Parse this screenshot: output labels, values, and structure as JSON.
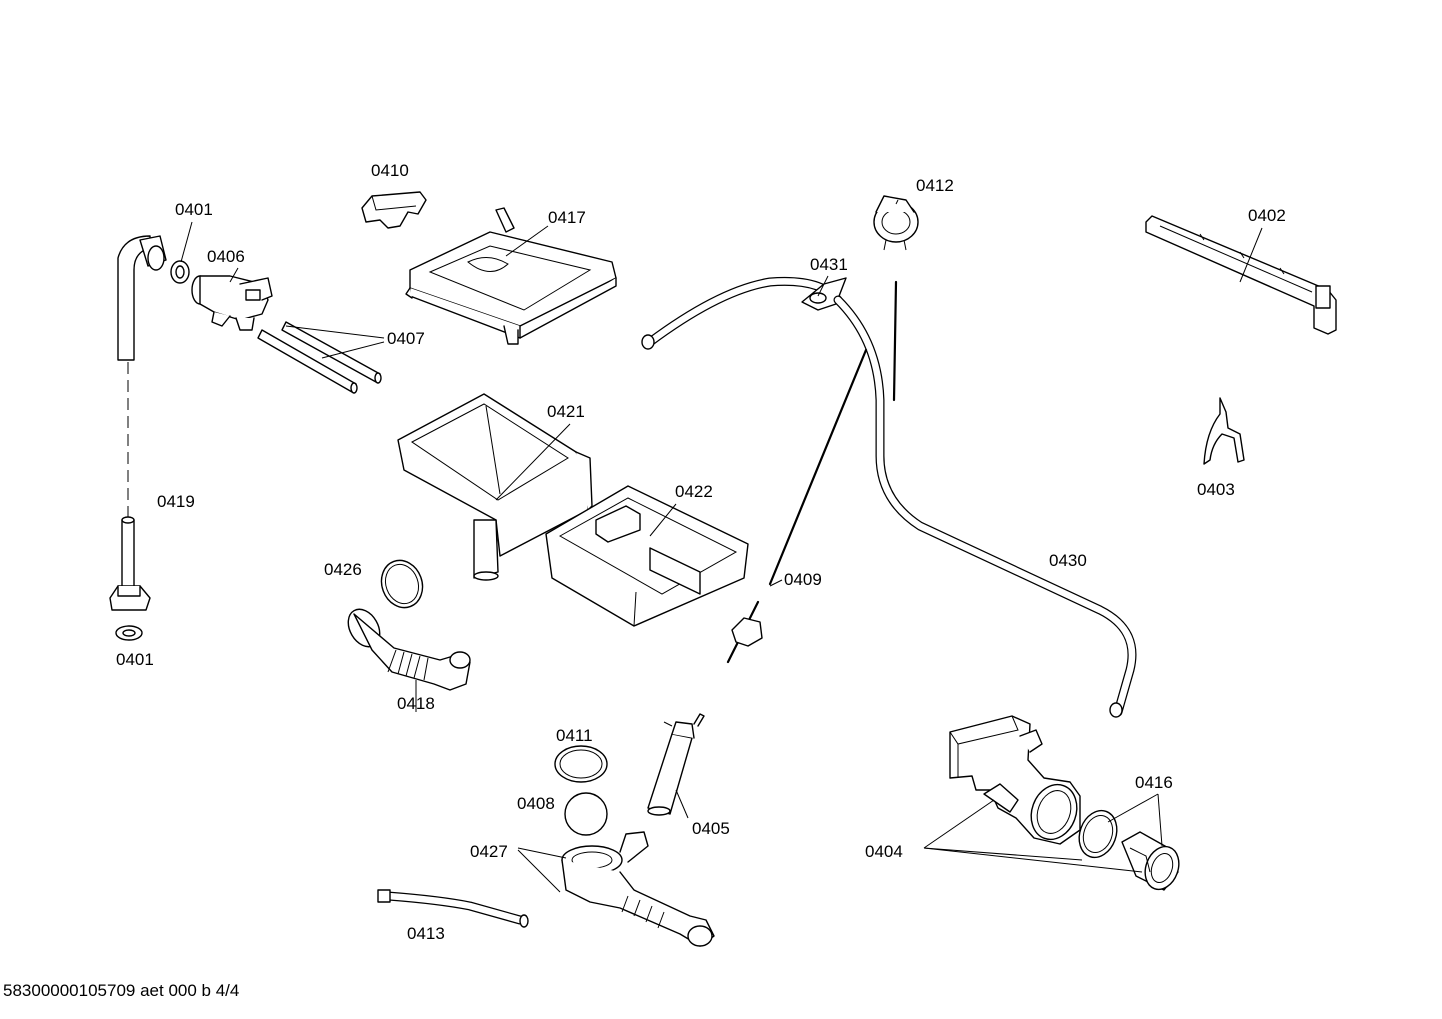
{
  "labels": {
    "p0401_top": "0401",
    "p0401_bottom": "0401",
    "p0402": "0402",
    "p0403": "0403",
    "p0404": "0404",
    "p0405": "0405",
    "p0406": "0406",
    "p0407": "0407",
    "p0408": "0408",
    "p0409": "0409",
    "p0410": "0410",
    "p0411": "0411",
    "p0412": "0412",
    "p0413": "0413",
    "p0416": "0416",
    "p0417": "0417",
    "p0418": "0418",
    "p0419": "0419",
    "p0421": "0421",
    "p0422": "0422",
    "p0426": "0426",
    "p0427": "0427",
    "p0430": "0430",
    "p0431": "0431"
  },
  "footer": {
    "code": "58300000105709 aet 000 b 4/4"
  }
}
